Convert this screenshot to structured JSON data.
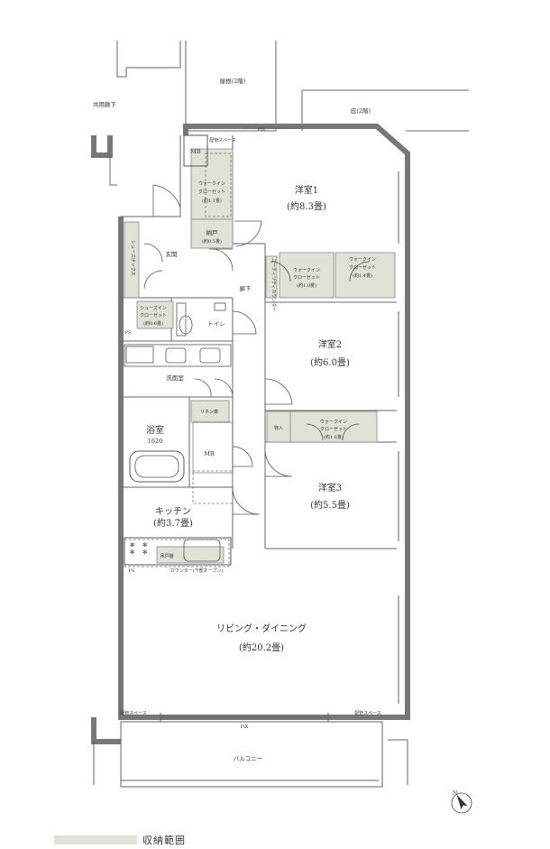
{
  "rooms": {
    "yoshitsu1": {
      "name": "洋室1",
      "size": "(約8.3畳)"
    },
    "yoshitsu2": {
      "name": "洋室2",
      "size": "(約6.0畳)"
    },
    "yoshitsu3": {
      "name": "洋室3",
      "size": "(約5.5畳)"
    },
    "kitchen": {
      "name": "キッチン",
      "size": "(約3.7畳)"
    },
    "living": {
      "name": "リビング・ダイニング",
      "size": "(約20.2畳)"
    },
    "bath": {
      "name": "浴室",
      "size": "1620"
    },
    "washroom": "洗面室",
    "toilet": "トイレ",
    "entrance": "玄関",
    "corridor": "廊下",
    "mr": "MR",
    "mb": "MB",
    "balcony": "バルコニー"
  },
  "storage": {
    "wic1": {
      "line1": "ウォークイン",
      "line2": "クローゼット",
      "size": "(約1.1畳)"
    },
    "nando": {
      "name": "納戸",
      "size": "(約0.5畳)"
    },
    "wic2": {
      "line1": "ウォークイン",
      "line2": "クローゼット",
      "size": "(約1.0畳)"
    },
    "wic3": {
      "line1": "ウォークイン",
      "line2": "クローゼット",
      "size": "(約1.4畳)"
    },
    "wic4": {
      "line1": "ウォークイン",
      "line2": "クローゼット",
      "size": "(約1.6畳)"
    },
    "shoes_box": "シューズボックス",
    "shoes_in": {
      "line1": "シューズイン",
      "line2": "クローゼット",
      "size": "(約0.6畳)"
    },
    "linen": "リネン庫",
    "monoire": "物入",
    "tsuribana": "吊戸棚",
    "utility_counter": "ユーティリティカウンター"
  },
  "labels": {
    "shared_corridor": "共用廊下",
    "roof": "屋根(2階)",
    "eaves": "庇(2階)",
    "fix_top": "FIX",
    "fix_bottom": "FIX",
    "pipe_space_top": "配管スペース",
    "pipe_space_bl": "配管スペース",
    "pipe_space_br": "配管スペース",
    "ps1": "PS",
    "ps2": "PS",
    "counter": "カウンター(下部オープン)",
    "north": "N"
  },
  "legend": {
    "text": "収納範囲",
    "color": "#dfe3d6"
  }
}
